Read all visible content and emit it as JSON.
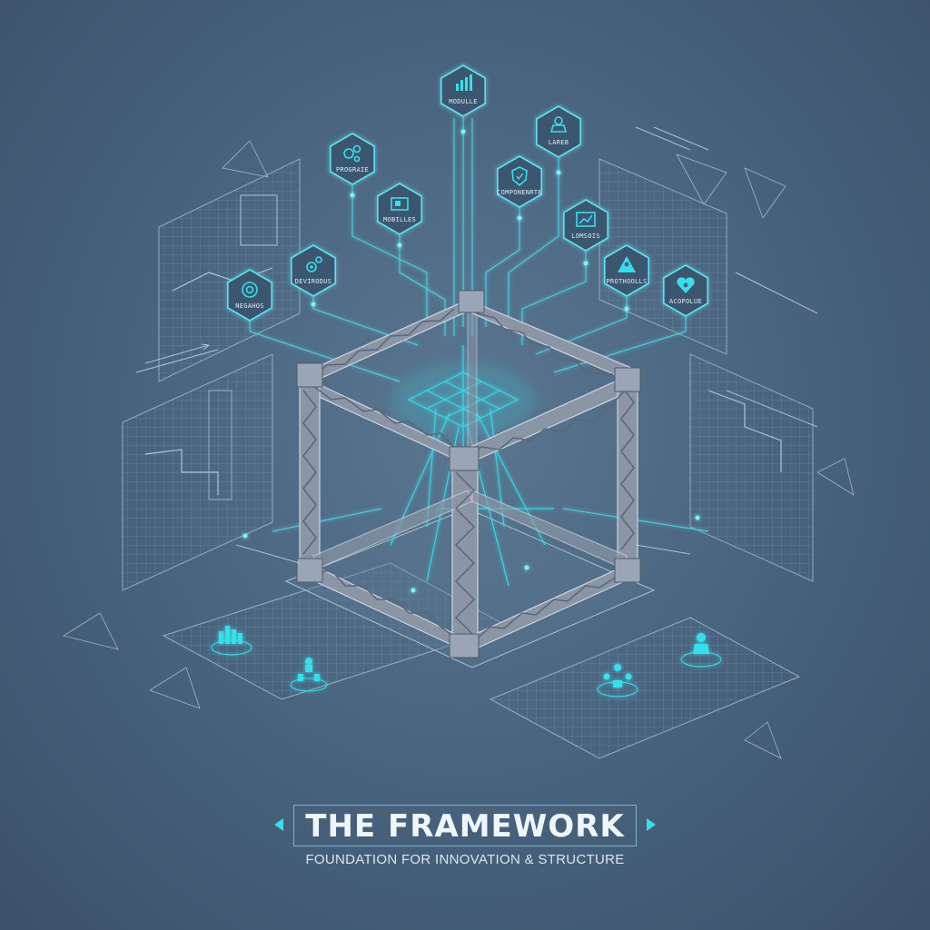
{
  "title": "THE FRAMEWORK",
  "subtitle": "FOUNDATION FOR INNOVATION & STRUCTURE",
  "colors": {
    "background": "#4a6580",
    "accent": "#35e0ec",
    "frame_steel": "#8a96a6",
    "panel_line": "#a9c2d0"
  },
  "hex_nodes": [
    {
      "label": "MODULLE",
      "icon": "bar-chart-icon"
    },
    {
      "label": "LAREB",
      "icon": "person-network-icon"
    },
    {
      "label": "PROGRAIE",
      "icon": "gears-icon"
    },
    {
      "label": "COMPONENRTE",
      "icon": "shield-icon"
    },
    {
      "label": "MOBILLES",
      "icon": "folder-icon"
    },
    {
      "label": "LOMSOIS",
      "icon": "growth-chart-icon"
    },
    {
      "label": "DEVIRODUS",
      "icon": "gear-cluster-icon"
    },
    {
      "label": "PROTHOOLLS",
      "icon": "people-group-icon"
    },
    {
      "label": "NEGAHOS",
      "icon": "network-gear-icon"
    },
    {
      "label": "ACOPOLUE",
      "icon": "heart-people-icon"
    }
  ],
  "floor_icons": [
    "bar-chart-icon",
    "org-chart-icon",
    "hierarchy-icon",
    "person-icon"
  ]
}
